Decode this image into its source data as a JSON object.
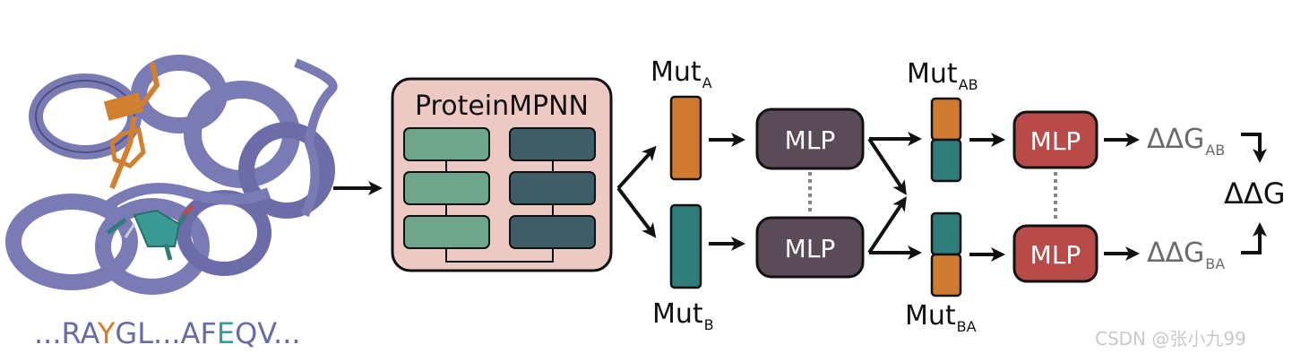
{
  "encoder": {
    "title": "ProteinMPNN"
  },
  "mutations": {
    "a": {
      "main": "Mut",
      "sub": "A"
    },
    "b": {
      "main": "Mut",
      "sub": "B"
    },
    "ab": {
      "main": "Mut",
      "sub": "AB"
    },
    "ba": {
      "main": "Mut",
      "sub": "BA"
    }
  },
  "mlp": {
    "label": "MLP"
  },
  "outputs": {
    "ab": {
      "main": "ΔΔG",
      "sub": "AB"
    },
    "ba": {
      "main": "ΔΔG",
      "sub": "BA"
    },
    "total": "ΔΔG"
  },
  "sequence": {
    "part1": "...RA",
    "part2": "Y",
    "part3": "GL...AF",
    "part4": "E",
    "part5": "QV..."
  },
  "watermark": "CSDN @张小九99",
  "colors": {
    "orange": "#cf7a30",
    "teal": "#2f7d7b",
    "mlp_dark": "#5b4a57",
    "mlp_red": "#b84a4a",
    "pm_bg": "#edc9c4",
    "pm_light": "#6fa58c",
    "pm_dark": "#3e5d66",
    "protein": "#7a7bb5"
  }
}
